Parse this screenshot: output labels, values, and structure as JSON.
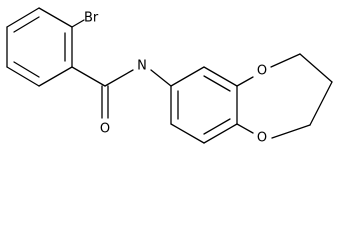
{
  "molecule": {
    "atoms": {
      "bromine": "Br",
      "nitrogen": "N",
      "carbonyl_oxygen": "O",
      "ether_oxygen_top": "O",
      "ether_oxygen_bottom": "O"
    },
    "bond_color": "#000000",
    "background": "#ffffff"
  }
}
